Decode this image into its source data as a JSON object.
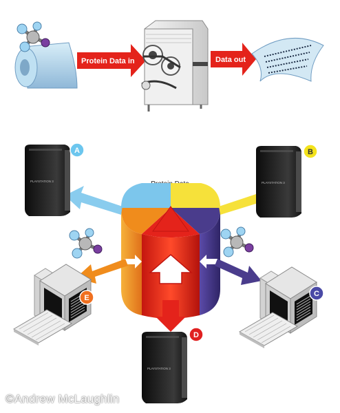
{
  "pipeline": {
    "input_arrow_label": "Protein Data in",
    "output_arrow_label": "Data out"
  },
  "database": {
    "title": "Protein Data"
  },
  "nodes": {
    "a": "A",
    "b": "B",
    "c": "C",
    "d": "D",
    "e": "E"
  },
  "console_brand": "PLAYSTATION 3",
  "credit": "©Andrew McLaughlin",
  "colors": {
    "arrow_red": "#e4231b",
    "slice_blue": "#7cc6ec",
    "slice_yellow": "#f6e13a",
    "slice_purple": "#4a3c8c",
    "slice_orange": "#f08c1c",
    "badge_a": "#6cc6ee",
    "badge_b": "#f3e21c",
    "badge_c": "#4a4aa6",
    "badge_d": "#e02020",
    "badge_e": "#f07020"
  }
}
